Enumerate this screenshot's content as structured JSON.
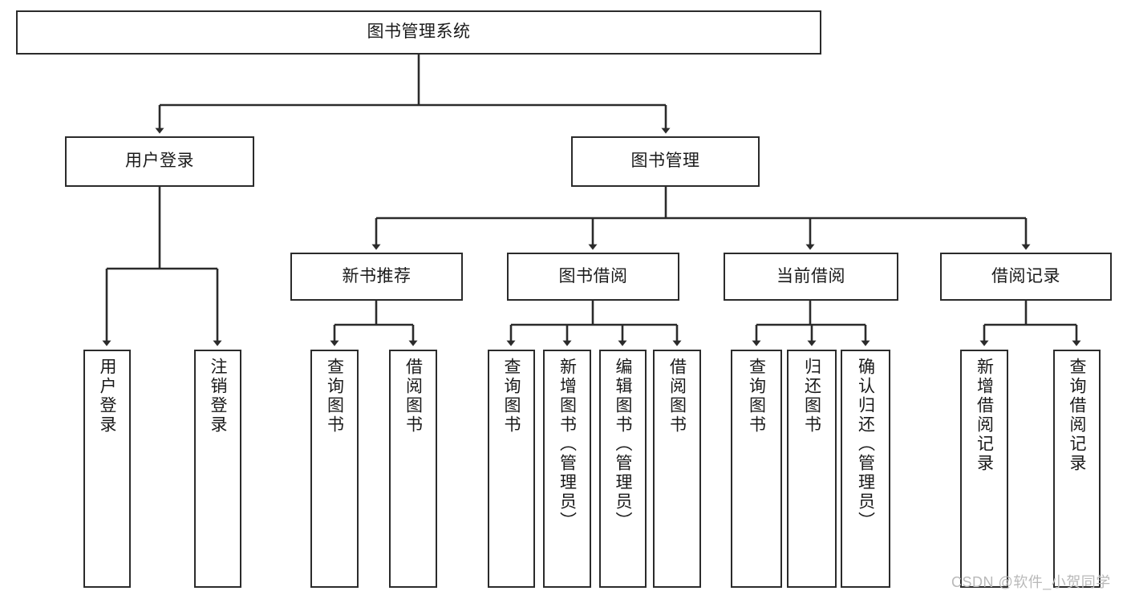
{
  "diagram": {
    "title": "图书管理系统",
    "type": "tree",
    "colors": {
      "box_border": "#2b2b2b",
      "box_fill": "#ffffff",
      "edge": "#2b2b2b",
      "text": "#1a1a1a",
      "watermark": "#b9b9b9"
    },
    "root": {
      "label": "图书管理系统"
    },
    "level1": [
      {
        "label": "用户登录"
      },
      {
        "label": "图书管理"
      }
    ],
    "level2": [
      {
        "label": "新书推荐"
      },
      {
        "label": "图书借阅"
      },
      {
        "label": "当前借阅"
      },
      {
        "label": "借阅记录"
      }
    ],
    "leaves": {
      "user_login": [
        {
          "label": "用户登录"
        },
        {
          "label": "注销登录"
        }
      ],
      "new_book_recommend": [
        {
          "label": "查询图书"
        },
        {
          "label": "借阅图书"
        }
      ],
      "book_borrow": [
        {
          "label": "查询图书"
        },
        {
          "label": "新增图书（管理员）"
        },
        {
          "label": "编辑图书（管理员）"
        },
        {
          "label": "借阅图书"
        }
      ],
      "current_borrow": [
        {
          "label": "查询图书"
        },
        {
          "label": "归还图书"
        },
        {
          "label": "确认归还（管理员）"
        }
      ],
      "borrow_record": [
        {
          "label": "新增借阅记录"
        },
        {
          "label": "查询借阅记录"
        }
      ]
    }
  },
  "watermark": {
    "text": "CSDN @软件_小贺同学"
  }
}
